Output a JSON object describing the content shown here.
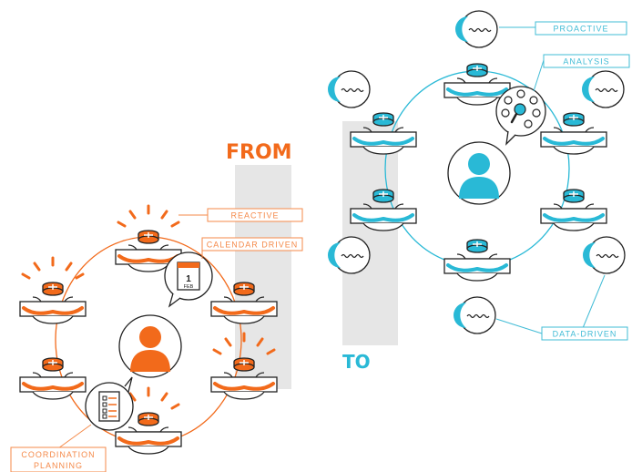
{
  "headings": {
    "from": "FROM",
    "to": "TO"
  },
  "labels": {
    "reactive": "REACTIVE",
    "calendar_driven": "CALENDAR DRIVEN",
    "coordination_line1": "COORDINATION",
    "coordination_line2": "PLANNING",
    "proactive": "PROACTIVE",
    "analysis": "ANALYSIS",
    "data_driven": "DATA-DRIVEN"
  },
  "calendar": {
    "day": "1",
    "month": "FEB"
  },
  "colors": {
    "orange": "#f26a1b",
    "orange_label": "#f58a4a",
    "blue": "#29b9d6",
    "blue_label": "#42bcd6",
    "band": "#e6e6e6",
    "outline": "#222222"
  },
  "icons": [
    "valve-icon",
    "person-icon",
    "calendar-icon",
    "checklist-icon",
    "waveform-icon",
    "analysis-icon"
  ]
}
